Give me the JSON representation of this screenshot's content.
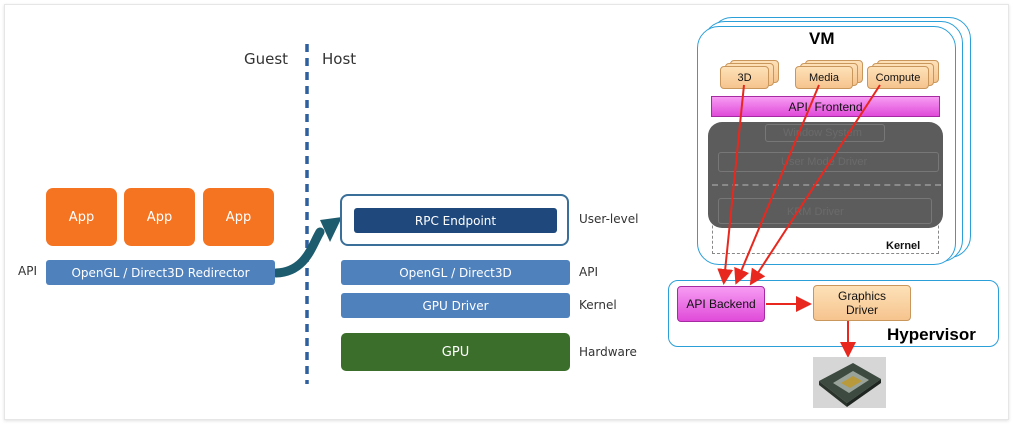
{
  "left": {
    "guest_label": "Guest",
    "host_label": "Host",
    "apps": [
      "App",
      "App",
      "App"
    ],
    "api_label": "API",
    "redirector": "OpenGL / Direct3D Redirector",
    "rpc_endpoint": "RPC Endpoint",
    "opengl": "OpenGL / Direct3D",
    "gpu_driver": "GPU Driver",
    "gpu": "GPU",
    "layers": [
      "User-level",
      "API",
      "Kernel",
      "Hardware"
    ]
  },
  "right": {
    "vm_title": "VM",
    "workloads": [
      "3D",
      "Media",
      "Compute"
    ],
    "api_frontend": "API  Frontend",
    "window_system": "Window System",
    "user_mode_driver": "User Mode Driver",
    "krm_driver": "KRM Driver",
    "kernel": "Kernel",
    "api_backend": "API Backend",
    "graphics_driver": "Graphics Driver",
    "hypervisor": "Hypervisor",
    "gpu_chip_icon": "gpu-chip-photo"
  },
  "colors": {
    "app_orange": "#f47421",
    "layer_blue": "#4f81bd",
    "rpc_navy": "#1f497d",
    "gpu_green": "#3b6e2b",
    "divider": "#2e5f9e",
    "teal_arrow": "#1d5c6e",
    "frame_blue": "#2a9fd8",
    "red_arrow": "#e8281e",
    "pink": "#e04bd9",
    "peach": "#f6c48e"
  }
}
